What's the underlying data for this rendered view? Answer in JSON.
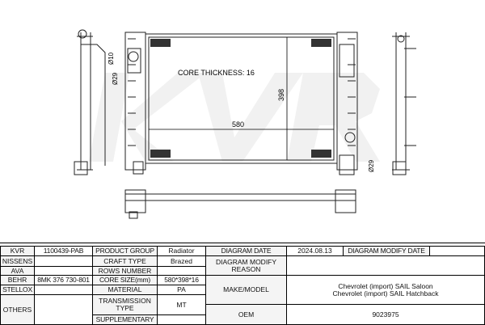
{
  "drawing": {
    "watermark": "KVR",
    "core_thickness": "CORE THICKNESS: 16",
    "width_dim": "580",
    "height_dim": "398",
    "dia_top": "Ø10",
    "dia_left": "Ø29",
    "dia_right": "Ø29"
  },
  "table": {
    "kvr_label": "KVR",
    "kvr_value": "1100439-PAB",
    "nissens_label": "NISSENS",
    "nissens_value": "",
    "ava_label": "AVA",
    "ava_value": "",
    "behr_label": "BEHR",
    "behr_value": "8MK 376 730-801",
    "stellox_label": "STELLOX",
    "stellox_value": "",
    "others_label": "OTHERS",
    "others_value": "",
    "product_group_label": "PRODUCT GROUP",
    "product_group_value": "Radiator",
    "craft_type_label": "CRAFT TYPE",
    "craft_type_value": "Brazed",
    "rows_number_label": "ROWS NUMBER",
    "rows_number_value": "",
    "core_size_label": "CORE SIZE(mm)",
    "core_size_value": "580*398*16",
    "material_label": "MATERIAL",
    "material_value": "PA",
    "transmission_label": "TRANSMISSION TYPE",
    "transmission_value": "MT",
    "supplementary_label": "SUPPLEMENTARY",
    "supplementary_value": "",
    "diagram_date_label": "DIAGRAM DATE",
    "diagram_date_value": "2024.08.13",
    "diagram_modify_date_label": "DIAGRAM MODIFY DATE",
    "diagram_modify_date_value": "",
    "modify_reason_label": "DIAGRAM MODIFY REASON",
    "modify_reason_value": "",
    "make_model_label": "MAKE/MODEL",
    "make_model_line1": "Chevrolet (import) SAIL Saloon",
    "make_model_line2": "Chevrolet (import) SAIL Hatchback",
    "oem_label": "OEM",
    "oem_value": "9023975"
  }
}
